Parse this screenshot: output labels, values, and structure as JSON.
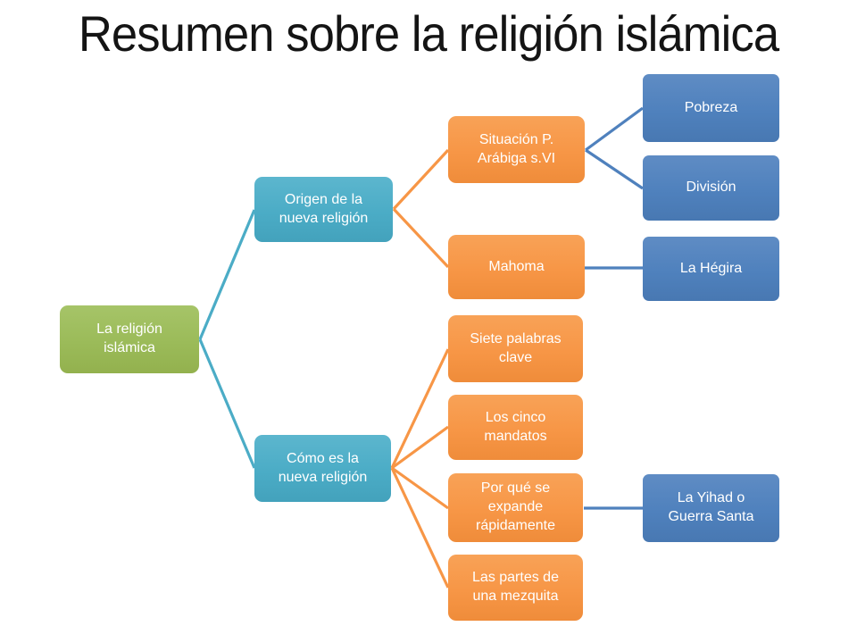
{
  "title": "Resumen sobre la religión islámica",
  "colors": {
    "root_green": "#9BBB59",
    "level2_teal": "#4BACC6",
    "level3_orange": "#F79646",
    "level4_blue": "#4F81BD",
    "node_text": "#FFFFFF",
    "title_text": "#141414",
    "background": "#FFFFFF"
  },
  "nodes": {
    "root": {
      "label": "La religión\nislámica"
    },
    "origen": {
      "label": "Origen de la\nnueva religión"
    },
    "como": {
      "label": "Cómo es la\nnueva religión"
    },
    "situacion": {
      "label": "Situación P.\nArábiga s.VI"
    },
    "mahoma": {
      "label": "Mahoma"
    },
    "siete": {
      "label": "Siete palabras\nclave"
    },
    "cinco": {
      "label": "Los cinco\nmandatos"
    },
    "porque": {
      "label": "Por qué se\nexpande\nrápidamente"
    },
    "partes": {
      "label": "Las partes de\nuna mezquita"
    },
    "pobreza": {
      "label": "Pobreza"
    },
    "division": {
      "label": "División"
    },
    "hegira": {
      "label": "La Hégira"
    },
    "yihad": {
      "label": "La Yihad o\nGuerra Santa"
    }
  },
  "hierarchy": {
    "id": "root",
    "children": [
      {
        "id": "origen",
        "children": [
          {
            "id": "situacion",
            "children": [
              {
                "id": "pobreza"
              },
              {
                "id": "division"
              }
            ]
          },
          {
            "id": "mahoma",
            "children": [
              {
                "id": "hegira"
              }
            ]
          }
        ]
      },
      {
        "id": "como",
        "children": [
          {
            "id": "siete"
          },
          {
            "id": "cinco"
          },
          {
            "id": "porque",
            "children": [
              {
                "id": "yihad"
              }
            ]
          },
          {
            "id": "partes"
          }
        ]
      }
    ]
  }
}
